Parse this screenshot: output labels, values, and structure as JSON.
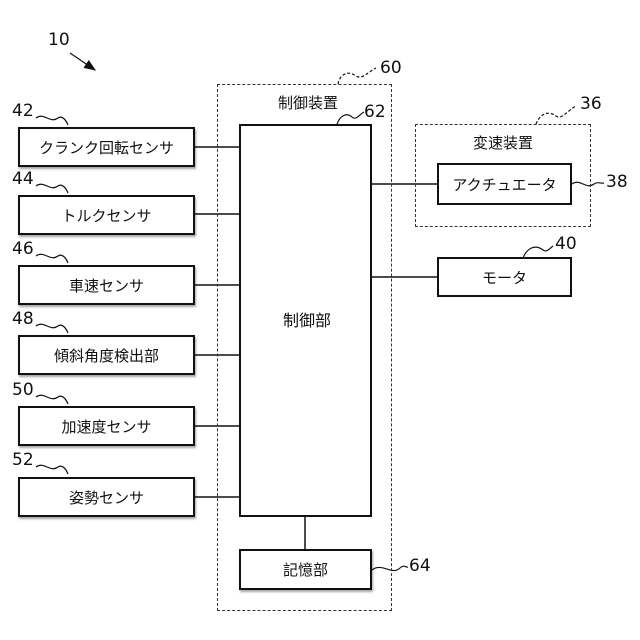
{
  "figure_ref": "10",
  "control_device": {
    "label": "制御装置",
    "ref": "60"
  },
  "control_unit": {
    "label": "制御部",
    "ref": "62"
  },
  "storage": {
    "label": "記憶部",
    "ref": "64"
  },
  "transmission": {
    "label": "変速装置",
    "ref": "36"
  },
  "actuator": {
    "label": "アクチュエータ",
    "ref": "38"
  },
  "motor": {
    "label": "モータ",
    "ref": "40"
  },
  "sensors": [
    {
      "label": "クランク回転センサ",
      "ref": "42"
    },
    {
      "label": "トルクセンサ",
      "ref": "44"
    },
    {
      "label": "車速センサ",
      "ref": "46"
    },
    {
      "label": "傾斜角度検出部",
      "ref": "48"
    },
    {
      "label": "加速度センサ",
      "ref": "50"
    },
    {
      "label": "姿勢センサ",
      "ref": "52"
    }
  ]
}
